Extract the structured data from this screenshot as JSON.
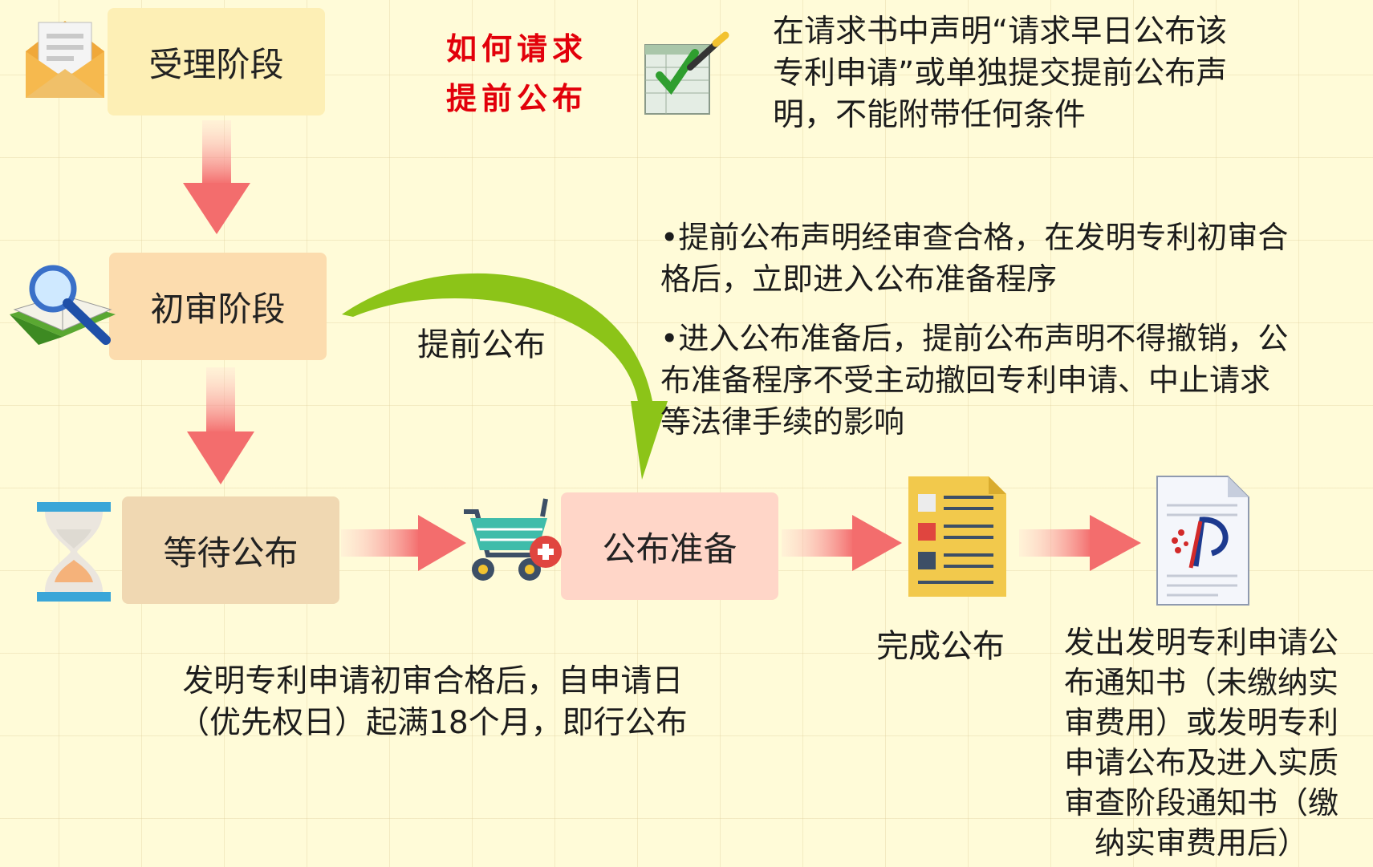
{
  "stages": {
    "accept": "受理阶段",
    "prelim": "初审阶段",
    "wait": "等待公布",
    "prepare": "公布准备"
  },
  "how_to": {
    "line1": "如何请求",
    "line2": "提前公布"
  },
  "request_text": {
    "line1": "在请求书中声明“请求早日公布该",
    "line2": "专利申请”或单独提交提前公布声",
    "line3": "明，不能附带任何条件"
  },
  "notes": {
    "b1_line1": "•提前公布声明经审查合格，在发明专利初审合",
    "b1_line2": "格后，立即进入公布准备程序",
    "b2_line1": "•进入公布准备后，提前公布声明不得撤销，公",
    "b2_line2": "布准备程序不受主动撤回专利申请、中止请求",
    "b2_line3": "等法律手续的影响"
  },
  "early_label": "提前公布",
  "bottom_text": {
    "line1": "发明专利申请初审合格后，自申请日",
    "line2": "（优先权日）起满18个月，即行公布"
  },
  "complete_label": "完成公布",
  "notice_text": {
    "line1": "发出发明专利申请公",
    "line2": "布通知书（未缴纳实",
    "line3": "审费用）或发明专利",
    "line4": "申请公布及进入实质",
    "line5": "审查阶段通知书（缴",
    "line6": "纳实审费用后）"
  },
  "colors": {
    "accept_box": "#fdefb5",
    "prelim_box": "#fcdcae",
    "wait_box": "#f0d8b2",
    "prepare_box": "#ffd6c8",
    "arrow": "#f36d6d",
    "curve_arrow": "#8cc418",
    "title_red": "#e2000a"
  },
  "icons": [
    "envelope-icon",
    "magnifier-book-icon",
    "hourglass-icon",
    "checklist-icon",
    "cart-icon",
    "document-list-icon",
    "patent-document-icon"
  ]
}
